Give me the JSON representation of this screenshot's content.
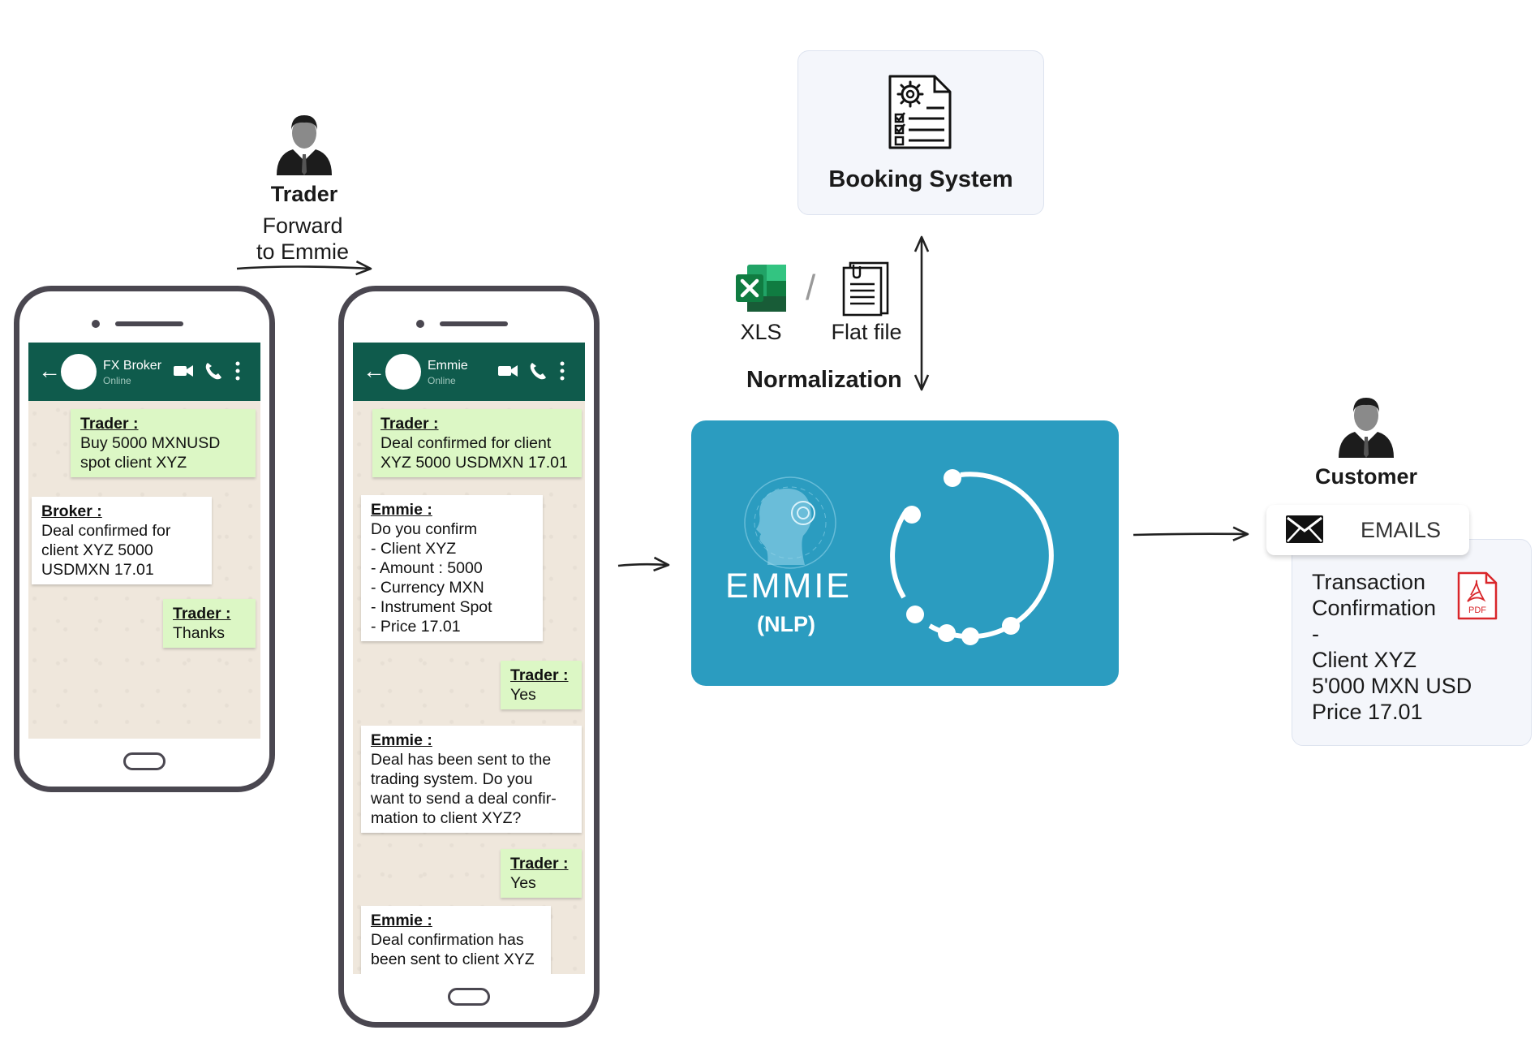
{
  "trader": {
    "label": "Trader",
    "action": "Forward\nto Emmie"
  },
  "phone1": {
    "contact": "FX Broker",
    "status": "Online",
    "messages": [
      {
        "who": "Trader :",
        "text": "Buy 5000 MXNUSD\nspot client XYZ"
      },
      {
        "who": "Broker :",
        "text": "Deal confirmed for\nclient XYZ 5000\nUSDMXN 17.01"
      },
      {
        "who": "Trader :",
        "text": "Thanks"
      }
    ]
  },
  "phone2": {
    "contact": "Emmie",
    "status": "Online",
    "messages": [
      {
        "who": "Trader :",
        "text": "Deal confirmed for client\nXYZ 5000 USDMXN 17.01"
      },
      {
        "who": "Emmie :",
        "text": "Do you confirm\n- Client XYZ\n- Amount : 5000\n- Currency MXN\n- Instrument Spot\n- Price 17.01"
      },
      {
        "who": "Trader :",
        "text": "Yes"
      },
      {
        "who": "Emmie :",
        "text": "Deal has been sent to the\ntrading system. Do you\nwant to send a deal confir-\nmation to client XYZ?"
      },
      {
        "who": "Trader :",
        "text": "Yes"
      },
      {
        "who": "Emmie :",
        "text": "Deal confirmation has\nbeen sent to client XYZ"
      }
    ]
  },
  "booking": {
    "title": "Booking System",
    "icon": "document-gear-icon"
  },
  "formats": {
    "xls": "XLS",
    "separator": "/",
    "flat": "Flat file"
  },
  "normalization": "Normalization",
  "emmie": {
    "name": "EMMIE",
    "subtitle": "(NLP)"
  },
  "customer": {
    "label": "Customer",
    "email_label": "EMAILS",
    "email_body": "Transaction\nConfirmation\n-\nClient XYZ\n5'000 MXN USD\nPrice 17.01",
    "attachment": "PDF"
  },
  "colors": {
    "chat_header": "#0f5b4c",
    "outgoing_bubble": "#dcf7c5",
    "emmie_box": "#2b9cc0",
    "pdf_red": "#d9262a"
  }
}
